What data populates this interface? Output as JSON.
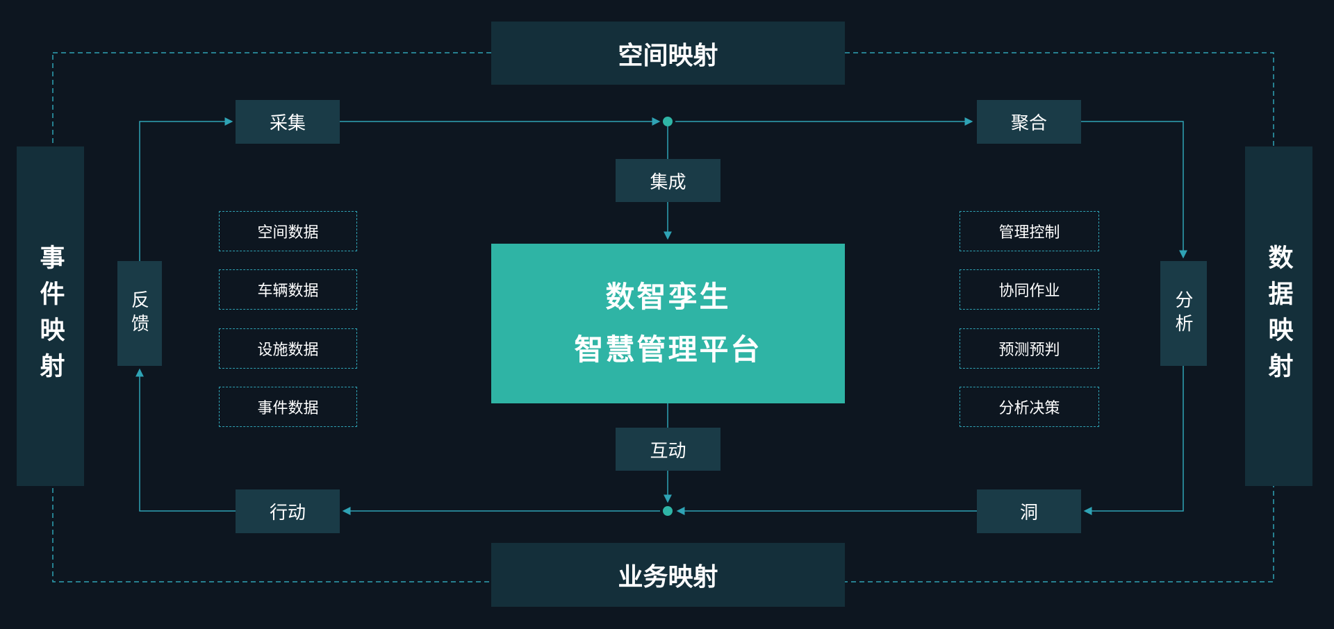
{
  "colors": {
    "background": "#0d1620",
    "mapping_box": "#142f3a",
    "node_box": "#1a3b47",
    "center_box": "#2fb4a5",
    "line": "#2fa3b5",
    "dot": "#2fb5a6",
    "text": "#ffffff"
  },
  "mappings": {
    "top": "空间映射",
    "bottom": "业务映射",
    "left": "事件映射",
    "right": "数据映射"
  },
  "center": {
    "line1": "数智孪生",
    "line2": "智慧管理平台"
  },
  "nodes": {
    "collect": "采集",
    "aggregate": "聚合",
    "integrate": "集成",
    "interact": "互动",
    "feedback": "反馈",
    "analyze": "分析",
    "act": "行动",
    "insight": "洞"
  },
  "left_items": [
    "空间数据",
    "车辆数据",
    "设施数据",
    "事件数据"
  ],
  "right_items": [
    "管理控制",
    "协同作业",
    "预测预判",
    "分析决策"
  ]
}
